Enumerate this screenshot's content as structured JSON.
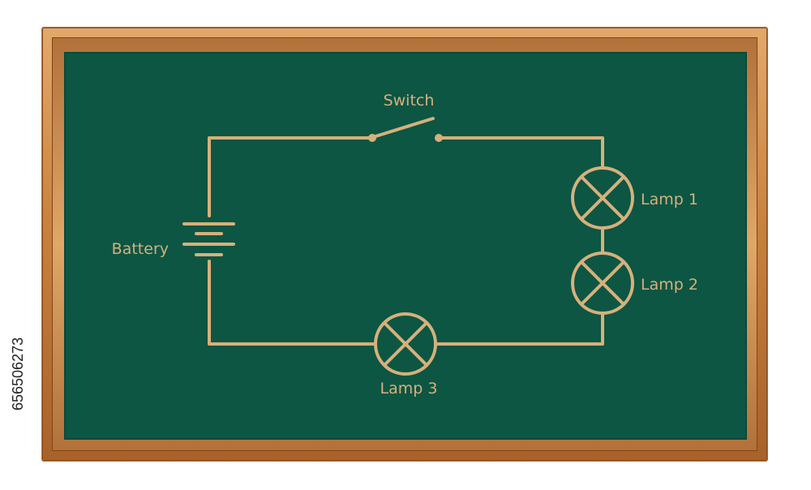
{
  "labels": {
    "switch": "Switch",
    "battery": "Battery",
    "lamp1": "Lamp 1",
    "lamp2": "Lamp 2",
    "lamp3": "Lamp 3"
  },
  "stock_id": "656506273",
  "colors": {
    "board": "#0c5643",
    "wire": "#d7b07c",
    "frame_light": "#e3a96a",
    "frame_dark": "#a8612a"
  }
}
